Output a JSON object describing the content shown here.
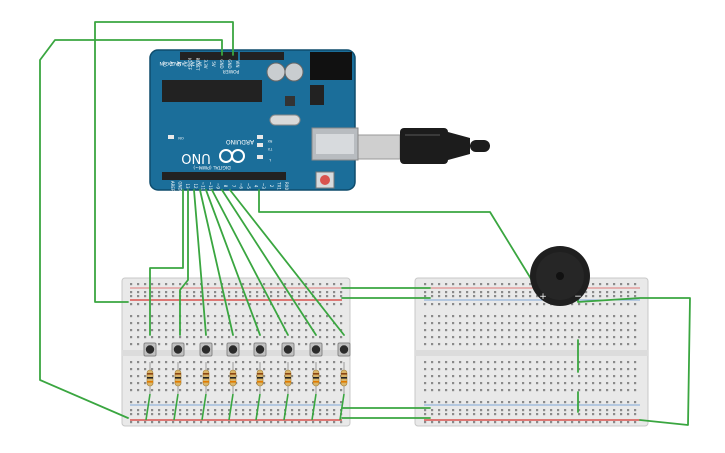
{
  "arduino": {
    "brand": "ARDUINO",
    "model": "UNO",
    "analog_header": "ANALOG IN",
    "power_header": "POWER",
    "digital_header": "DIGITAL (PWM~)",
    "led_tx": "TX",
    "led_rx": "RX",
    "led_l": "L",
    "led_on": "ON",
    "analog_pins": [
      "A5",
      "A4",
      "A3",
      "A2",
      "A1",
      "A0"
    ],
    "power_pins": [
      "VIN",
      "GND",
      "GND",
      "5V",
      "3.3V",
      "RESET",
      "IOREF"
    ],
    "digital_pins": [
      "RX0",
      "TX1",
      "2",
      "~3",
      "4",
      "~5",
      "~6",
      "7",
      "8",
      "~9",
      "~10",
      "~11",
      "12",
      "13",
      "GND",
      "AREF"
    ]
  },
  "buzzer": {
    "plus": "+",
    "minus": "−"
  },
  "colors": {
    "wire": "#3aa640",
    "board": "#1b6e9a",
    "breadboard": "#e9e9e9",
    "rail_red": "#d9534f",
    "rail_blue": "#5b8fcf",
    "button": "#2b2b2b",
    "resistor": "#d9b56a"
  }
}
